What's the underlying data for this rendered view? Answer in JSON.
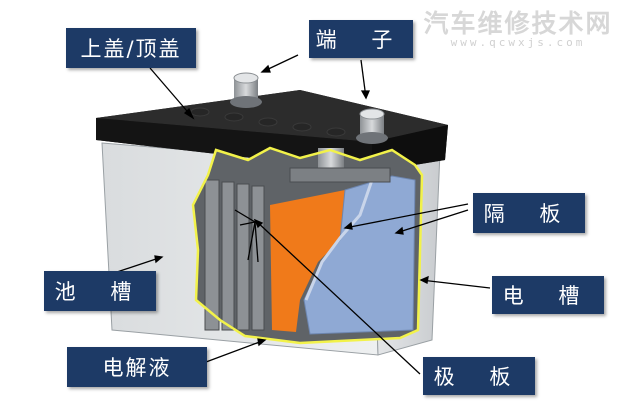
{
  "watermark": {
    "title": "汽车维修技术网",
    "url": "www.qcwxjs.com"
  },
  "labels": {
    "top_cover": "上盖/顶盖",
    "terminal": "端 子",
    "separator": "隔 板",
    "container": "池 槽",
    "cell": "电 槽",
    "electrolyte": "电解液",
    "plate": "极 板"
  },
  "colors": {
    "label_bg": "#1d3a66",
    "plate_orange": "#f07a1a",
    "separator_blue": "#8fa9d4",
    "cutaway_outline": "#f2f24a",
    "lid_black": "#1c1c1c"
  }
}
